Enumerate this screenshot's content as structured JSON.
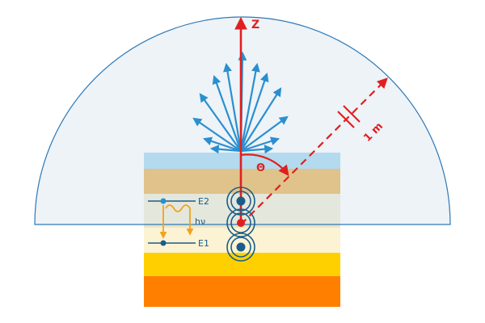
{
  "labels": {
    "z_axis": "Z",
    "theta": "Θ",
    "distance": "1 m",
    "level_upper": "E2",
    "level_lower": "E1",
    "photon": "hν"
  },
  "colors": {
    "dome_fill": "#dfe9f1",
    "dome_stroke": "#2e78b7",
    "ray": "#2a8fd0",
    "axis_red": "#e02020",
    "layer_sky": "#7ec8ea",
    "layer_amber": "#e2960f",
    "layer_cream_dark": "#ece5c4",
    "layer_cream_light": "#fbf3d3",
    "layer_yellow": "#ffd000",
    "layer_orange": "#ff7f00",
    "atom": "#1a5d8a",
    "photon": "#f4a11d"
  }
}
